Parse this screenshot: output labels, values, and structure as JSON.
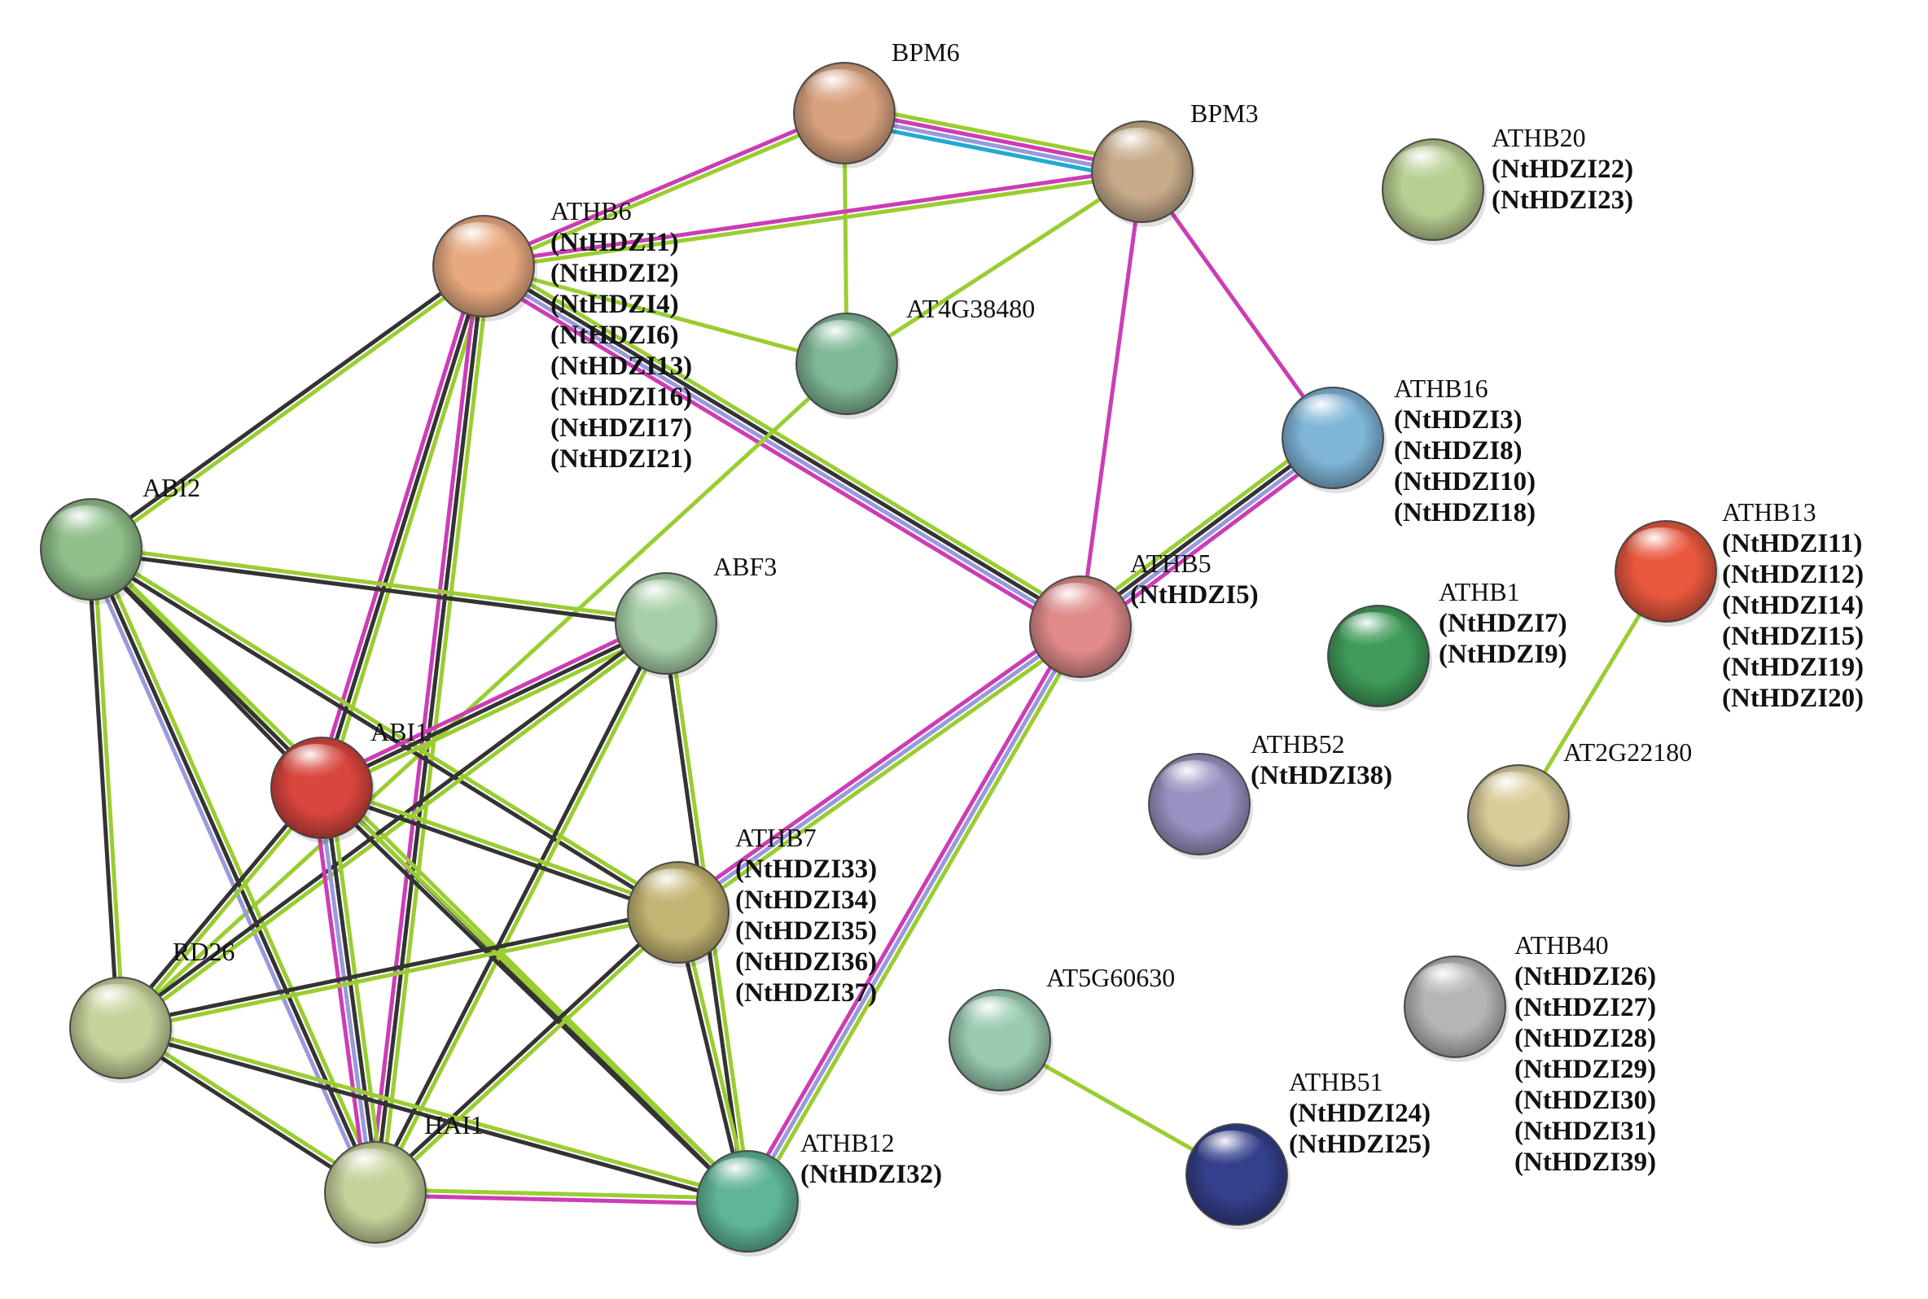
{
  "diagram": {
    "edge_colors": {
      "green": "#9ACD32",
      "black": "#333333",
      "magenta": "#CC3DB5",
      "purple": "#9999DD",
      "cyan": "#22AAD2"
    },
    "nodes": [
      {
        "id": "BPM6",
        "label": "BPM6",
        "aliases": [],
        "color": "#D9A27E"
      },
      {
        "id": "BPM3",
        "label": "BPM3",
        "aliases": [],
        "color": "#C8AC8A"
      },
      {
        "id": "ATHB20",
        "label": "ATHB20",
        "aliases": [
          "(NtHDZI22)",
          "(NtHDZI23)"
        ],
        "color": "#B8CF91"
      },
      {
        "id": "ATHB6",
        "label": "ATHB6",
        "aliases": [
          "(NtHDZI1)",
          "(NtHDZI2)",
          "(NtHDZI4)",
          "(NtHDZI6)",
          "(NtHDZI13)",
          "(NtHDZI16)",
          "(NtHDZI17)",
          "(NtHDZI21)"
        ],
        "color": "#E8A97F"
      },
      {
        "id": "AT4G38480",
        "label": "AT4G38480",
        "aliases": [],
        "color": "#7FB897"
      },
      {
        "id": "ATHB16",
        "label": "ATHB16",
        "aliases": [
          "(NtHDZI3)",
          "(NtHDZI8)",
          "(NtHDZI10)",
          "(NtHDZI18)"
        ],
        "color": "#7FB5D8"
      },
      {
        "id": "ABI2",
        "label": "ABI2",
        "aliases": [],
        "color": "#8FBF8A"
      },
      {
        "id": "ABF3",
        "label": "ABF3",
        "aliases": [],
        "color": "#A8D0A8"
      },
      {
        "id": "ATHB5",
        "label": "ATHB5",
        "aliases": [
          "(NtHDZI5)"
        ],
        "color": "#E08A8A"
      },
      {
        "id": "ATHB13",
        "label": "ATHB13",
        "aliases": [
          "(NtHDZI11)",
          "(NtHDZI12)",
          "(NtHDZI14)",
          "(NtHDZI15)",
          "(NtHDZI19)",
          "(NtHDZI20)"
        ],
        "color": "#E8583E"
      },
      {
        "id": "ATHB1",
        "label": "ATHB1",
        "aliases": [
          "(NtHDZI7)",
          "(NtHDZI9)"
        ],
        "color": "#3F9C5A"
      },
      {
        "id": "ABI1",
        "label": "ABI1",
        "aliases": [],
        "color": "#D9463E"
      },
      {
        "id": "ATHB52",
        "label": "ATHB52",
        "aliases": [
          "(NtHDZI38)"
        ],
        "color": "#9A91C2"
      },
      {
        "id": "AT2G22180",
        "label": "AT2G22180",
        "aliases": [],
        "color": "#D8CC98"
      },
      {
        "id": "ATHB7",
        "label": "ATHB7",
        "aliases": [
          "(NtHDZI33)",
          "(NtHDZI34)",
          "(NtHDZI35)",
          "(NtHDZI36)",
          "(NtHDZI37)"
        ],
        "color": "#C2B472"
      },
      {
        "id": "RD26",
        "label": "RD26",
        "aliases": [],
        "color": "#C5D29A"
      },
      {
        "id": "AT5G60630",
        "label": "AT5G60630",
        "aliases": [],
        "color": "#9ACBB0"
      },
      {
        "id": "ATHB40",
        "label": "ATHB40",
        "aliases": [
          "(NtHDZI26)",
          "(NtHDZI27)",
          "(NtHDZI28)",
          "(NtHDZI29)",
          "(NtHDZI30)",
          "(NtHDZI31)",
          "(NtHDZI39)"
        ],
        "color": "#B5B5B5"
      },
      {
        "id": "HAI1",
        "label": "HAI1",
        "aliases": [],
        "color": "#C5D29A"
      },
      {
        "id": "ATHB12",
        "label": "ATHB12",
        "aliases": [
          "(NtHDZI32)"
        ],
        "color": "#5FB596"
      },
      {
        "id": "ATHB51",
        "label": "ATHB51",
        "aliases": [
          "(NtHDZI24)",
          "(NtHDZI25)"
        ],
        "color": "#34408C"
      }
    ],
    "edges": [
      {
        "source": "BPM6",
        "target": "BPM3",
        "types": [
          "green",
          "magenta",
          "purple",
          "cyan"
        ]
      },
      {
        "source": "BPM6",
        "target": "ATHB6",
        "types": [
          "green",
          "magenta"
        ]
      },
      {
        "source": "BPM6",
        "target": "AT4G38480",
        "types": [
          "green"
        ]
      },
      {
        "source": "BPM3",
        "target": "ATHB6",
        "types": [
          "green",
          "magenta"
        ]
      },
      {
        "source": "BPM3",
        "target": "AT4G38480",
        "types": [
          "green"
        ]
      },
      {
        "source": "BPM3",
        "target": "ATHB5",
        "types": [
          "magenta"
        ]
      },
      {
        "source": "BPM3",
        "target": "ATHB16",
        "types": [
          "magenta"
        ]
      },
      {
        "source": "ATHB6",
        "target": "AT4G38480",
        "types": [
          "green"
        ]
      },
      {
        "source": "ATHB6",
        "target": "ATHB5",
        "types": [
          "green",
          "black",
          "purple",
          "magenta"
        ]
      },
      {
        "source": "ATHB6",
        "target": "ABI2",
        "types": [
          "green",
          "black"
        ]
      },
      {
        "source": "ATHB6",
        "target": "ABI1",
        "types": [
          "green",
          "black",
          "magenta"
        ]
      },
      {
        "source": "ATHB6",
        "target": "HAI1",
        "types": [
          "green",
          "black",
          "magenta"
        ]
      },
      {
        "source": "AT4G38480",
        "target": "RD26",
        "types": [
          "green"
        ]
      },
      {
        "source": "ATHB5",
        "target": "ATHB16",
        "types": [
          "green",
          "black",
          "purple",
          "magenta"
        ]
      },
      {
        "source": "ATHB5",
        "target": "ATHB7",
        "types": [
          "green",
          "purple",
          "magenta"
        ]
      },
      {
        "source": "ATHB5",
        "target": "ATHB12",
        "types": [
          "green",
          "purple",
          "magenta"
        ]
      },
      {
        "source": "ABI2",
        "target": "ABF3",
        "types": [
          "green",
          "black"
        ]
      },
      {
        "source": "ABI2",
        "target": "ABI1",
        "types": [
          "green",
          "black"
        ]
      },
      {
        "source": "ABI2",
        "target": "ATHB7",
        "types": [
          "green",
          "black"
        ]
      },
      {
        "source": "ABI2",
        "target": "RD26",
        "types": [
          "green",
          "black"
        ]
      },
      {
        "source": "ABI2",
        "target": "HAI1",
        "types": [
          "green",
          "black",
          "purple"
        ]
      },
      {
        "source": "ABI2",
        "target": "ATHB12",
        "types": [
          "green",
          "black"
        ]
      },
      {
        "source": "ABF3",
        "target": "ABI1",
        "types": [
          "green",
          "black",
          "magenta"
        ]
      },
      {
        "source": "ABF3",
        "target": "RD26",
        "types": [
          "green",
          "black"
        ]
      },
      {
        "source": "ABF3",
        "target": "HAI1",
        "types": [
          "green",
          "black"
        ]
      },
      {
        "source": "ABF3",
        "target": "ATHB12",
        "types": [
          "green",
          "black"
        ]
      },
      {
        "source": "ABI1",
        "target": "ATHB7",
        "types": [
          "green",
          "black"
        ]
      },
      {
        "source": "ABI1",
        "target": "RD26",
        "types": [
          "green",
          "black"
        ]
      },
      {
        "source": "ABI1",
        "target": "HAI1",
        "types": [
          "green",
          "black",
          "purple",
          "magenta"
        ]
      },
      {
        "source": "ABI1",
        "target": "ATHB12",
        "types": [
          "green",
          "black"
        ]
      },
      {
        "source": "ATHB7",
        "target": "RD26",
        "types": [
          "green",
          "black"
        ]
      },
      {
        "source": "ATHB7",
        "target": "HAI1",
        "types": [
          "green",
          "black"
        ]
      },
      {
        "source": "ATHB7",
        "target": "ATHB12",
        "types": [
          "green",
          "black"
        ]
      },
      {
        "source": "RD26",
        "target": "HAI1",
        "types": [
          "green",
          "black"
        ]
      },
      {
        "source": "RD26",
        "target": "ATHB12",
        "types": [
          "green",
          "black"
        ]
      },
      {
        "source": "HAI1",
        "target": "ATHB12",
        "types": [
          "green",
          "magenta"
        ]
      },
      {
        "source": "AT2G22180",
        "target": "ATHB13",
        "types": [
          "green"
        ]
      },
      {
        "source": "AT5G60630",
        "target": "ATHB51",
        "types": [
          "green"
        ]
      }
    ]
  }
}
